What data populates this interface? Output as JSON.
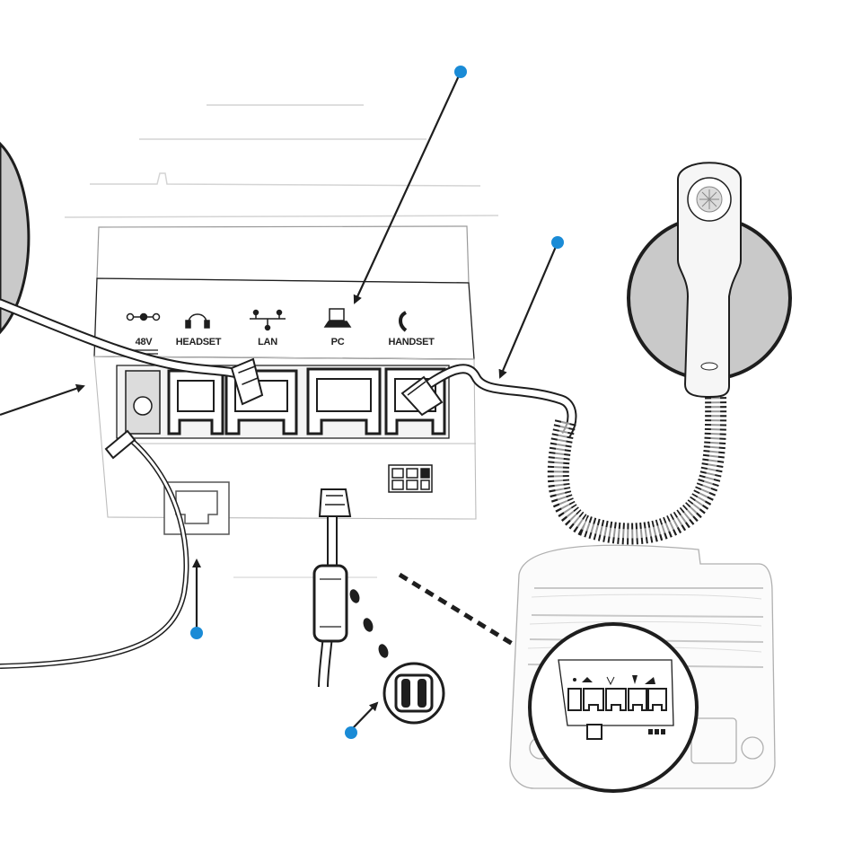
{
  "ports": [
    {
      "id": "power",
      "label": "48V",
      "icon": "power-polarity-icon"
    },
    {
      "id": "headset",
      "label": "HEADSET",
      "icon": "headset-icon"
    },
    {
      "id": "lan",
      "label": "LAN",
      "icon": "network-icon"
    },
    {
      "id": "pc",
      "label": "PC",
      "icon": "computer-icon"
    },
    {
      "id": "handset",
      "label": "HANDSET",
      "icon": "handset-icon"
    }
  ],
  "colors": {
    "callout_dot": "#1a8bd6",
    "ink": "#1e1e1e",
    "stand_fill": "#c9c9c9",
    "light_line": "#d2d2d2"
  }
}
